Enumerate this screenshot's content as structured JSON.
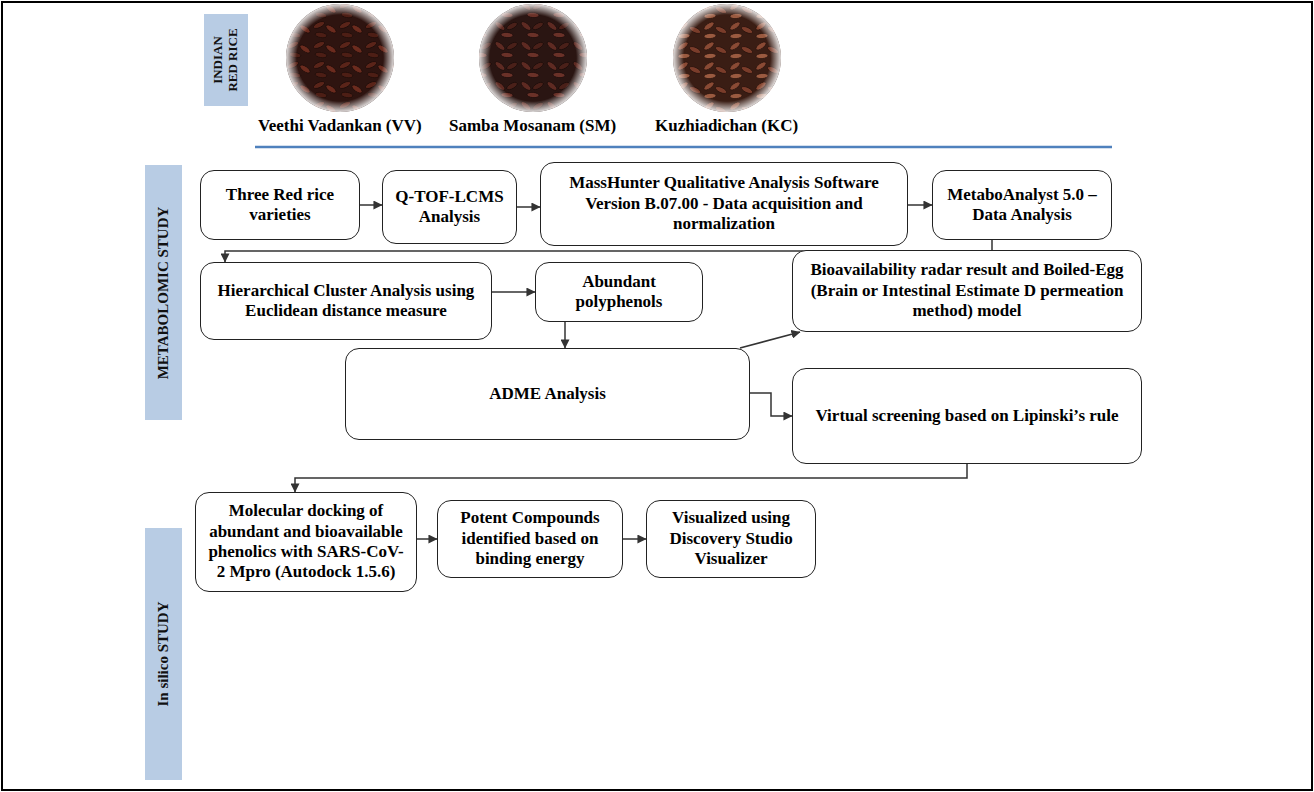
{
  "diagram": {
    "nodes": [
      {
        "text": [
          "INDIAN RED RICE"
        ]
      },
      {
        "text": [
          "METABOLOMIC STUDY"
        ]
      },
      {
        "text": [
          "Three Red rice varieties"
        ]
      },
      {
        "text": [
          "Q-TOF-LCMS Analysis"
        ]
      },
      {
        "text": [
          "MassHunter Qualitative Analysis Software Version B.07.00 - Data acquisition and normalization"
        ]
      },
      {
        "text": [
          "MetaboAnalyst 5.0 – Data Analysis"
        ]
      },
      {
        "text": [
          "Hierarchical Cluster Analysis using Euclidean distance measure"
        ]
      },
      {
        "text": [
          "Abundant polyphenols"
        ]
      },
      {
        "text": [
          "Bioavailability radar result and Boiled-Egg (Brain or Intestinal Estimate D permeation method) model"
        ]
      },
      {
        "text": [
          "ADME Analysis"
        ]
      },
      {
        "text": [
          "Virtual screening based on Lipinski’s rule"
        ]
      },
      {
        "text": [
          "In silico STUDY"
        ]
      },
      {
        "text": [
          "Molecular docking of abundant and bioavailable phenolics with SARS-CoV-2 Mpro (Autodock 1.5.6)"
        ]
      },
      {
        "text": [
          "Potent Compounds identified based on binding energy"
        ]
      },
      {
        "text": [
          "Visualized using Discovery Studio Visualizer"
        ]
      }
    ],
    "edges": [
      {
        "from": 2,
        "to": 3,
        "arrow": "to"
      },
      {
        "from": 3,
        "to": 4,
        "arrow": "to"
      },
      {
        "from": 4,
        "to": 5,
        "arrow": "to"
      },
      {
        "from": 5,
        "to": 6,
        "arrow": "to"
      },
      {
        "from": 6,
        "to": 7,
        "arrow": "to"
      },
      {
        "from": 7,
        "to": 9,
        "arrow": "to"
      },
      {
        "from": 9,
        "to": 8,
        "arrow": "to"
      },
      {
        "from": 9,
        "to": 10,
        "arrow": "to"
      },
      {
        "from": 10,
        "to": 12,
        "arrow": "to"
      },
      {
        "from": 12,
        "to": 13,
        "arrow": "to"
      },
      {
        "from": 13,
        "to": 14,
        "arrow": "to"
      }
    ],
    "labels": [
      "Veethi Vadankan (VV)",
      "Samba Mosanam (SM)",
      "Kuzhiadichan (KC)"
    ]
  }
}
